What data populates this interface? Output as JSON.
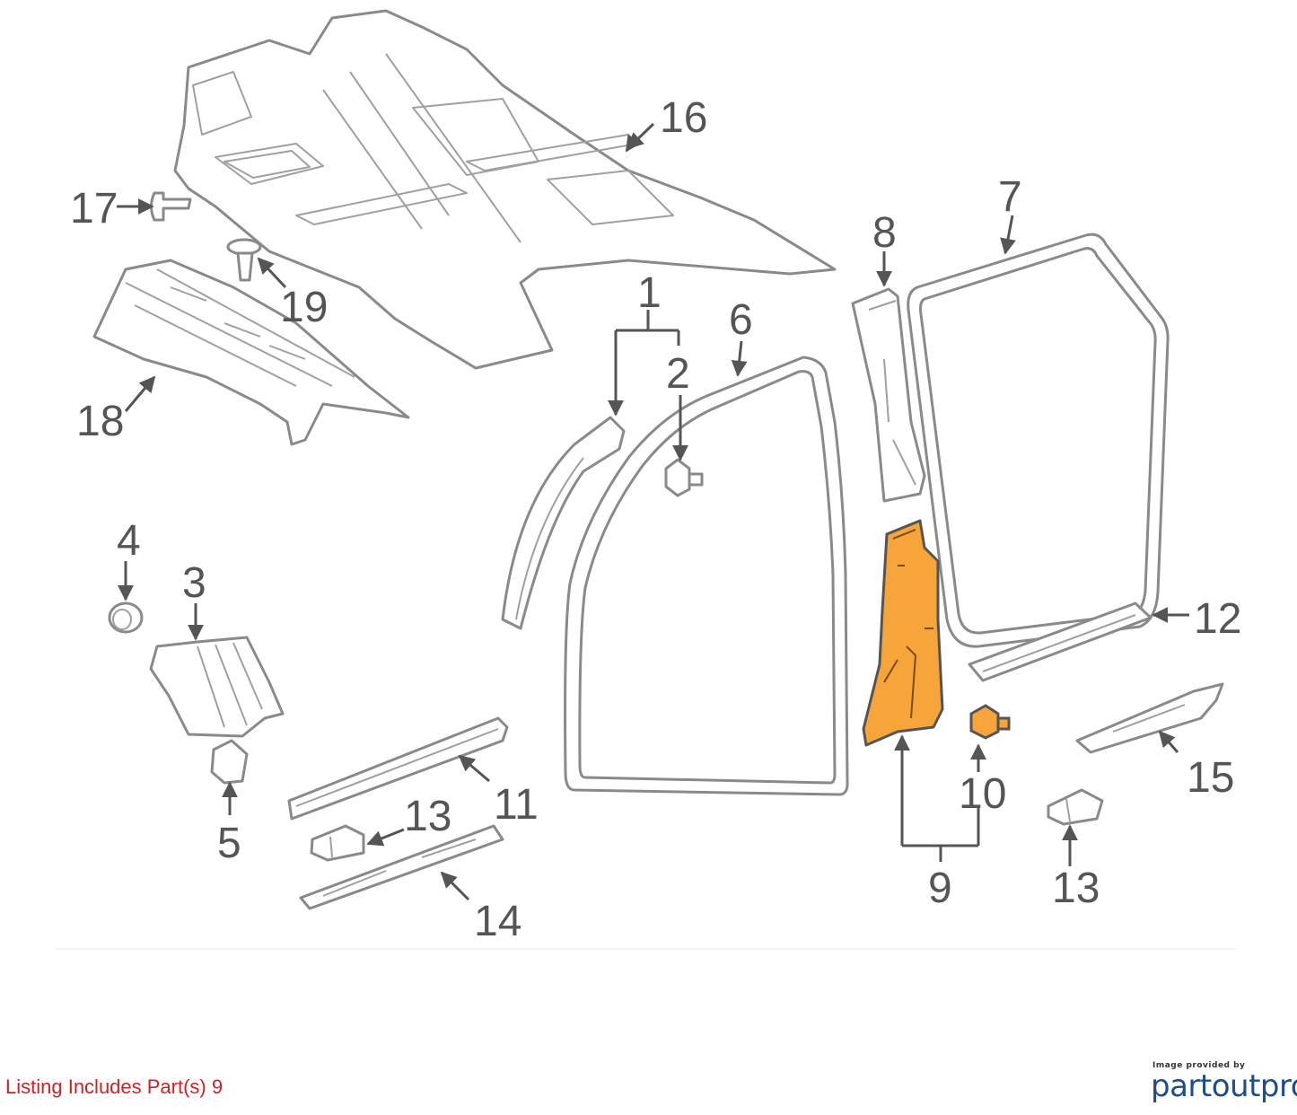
{
  "callouts": {
    "c1": "1",
    "c2": "2",
    "c3": "3",
    "c4": "4",
    "c5": "5",
    "c6": "6",
    "c7": "7",
    "c8": "8",
    "c9": "9",
    "c10": "10",
    "c11": "11",
    "c12": "12",
    "c13a": "13",
    "c13b": "13",
    "c14": "14",
    "c15": "15",
    "c16": "16",
    "c17": "17",
    "c18": "18",
    "c19": "19"
  },
  "highlighted_part": "9",
  "footer": {
    "listing_note": "Listing Includes Part(s) 9",
    "credit_small": "Image provided by",
    "credit_brand": "partoutpro"
  },
  "colors": {
    "highlight": "#f5a53a",
    "line": "#8a8a8a",
    "callout_text": "#555555",
    "listing_note": "#d42020",
    "brand": "#1f4d8c"
  }
}
